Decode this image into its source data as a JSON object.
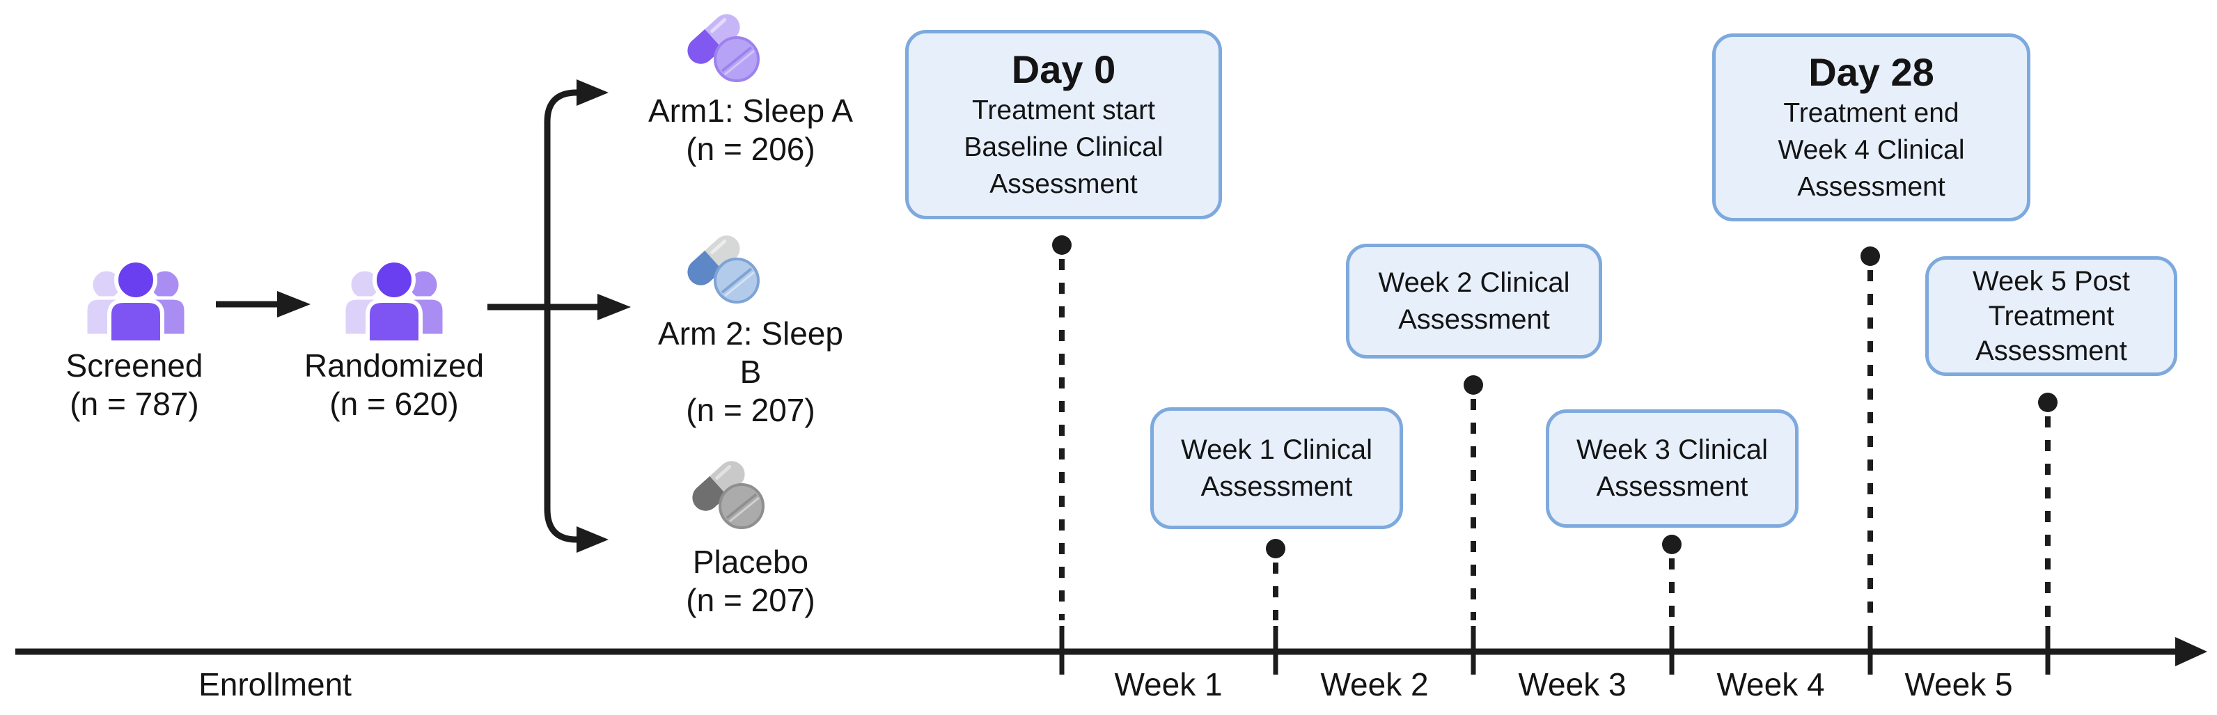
{
  "figure": {
    "type": "clinical-trial-study-design-diagram",
    "phase_label": "Enrollment"
  },
  "colors": {
    "ink": "#1c1c1c",
    "text": "#141414",
    "box_fill": "#e7effb",
    "box_border": "#7ea9dd",
    "person_light": "#dcd2f9",
    "person_mid": "#aa8df3",
    "person_dark_head": "#6a3ff0",
    "person_dark_body": "#7e55f3",
    "pill_purple_dark": "#8158f0",
    "pill_purple_light": "#c7b6f7",
    "pill_purple_tab": "#b7a3f6",
    "pill_purple_rim": "#9d82ee",
    "pill_blue_dark": "#5d87c6",
    "pill_blue_light": "#d6d7d7",
    "pill_blue_tab": "#b3cbea",
    "pill_blue_rim": "#7fa3d4",
    "pill_gray_dark": "#6f6f6f",
    "pill_gray_light": "#c9c9c9",
    "pill_gray_tab": "#ababab",
    "pill_gray_rim": "#8f8f8f"
  },
  "flow": {
    "screened": {
      "label": "Screened",
      "n": "(n = 787)",
      "icon": "people-group-icon"
    },
    "randomized": {
      "label": "Randomized",
      "n": "(n = 620)",
      "icon": "people-group-icon"
    },
    "arms": [
      {
        "label": "Arm1: Sleep A",
        "n": "(n = 206)",
        "icon": "pills-icon-purple"
      },
      {
        "label": "Arm 2: Sleep B",
        "n": "(n = 207)",
        "icon": "pills-icon-blue"
      },
      {
        "label": "Placebo",
        "n": "(n = 207)",
        "icon": "pills-icon-gray"
      }
    ]
  },
  "timeline": {
    "enrollment_label": "Enrollment",
    "week_labels": [
      "Week 1",
      "Week 2",
      "Week 3",
      "Week 4",
      "Week 5"
    ],
    "events": [
      {
        "title": "Day 0",
        "lines": [
          "Treatment start",
          "Baseline Clinical",
          "Assessment"
        ]
      },
      {
        "lines": [
          "Week 1 Clinical",
          "Assessment"
        ]
      },
      {
        "lines": [
          "Week 2 Clinical",
          "Assessment"
        ]
      },
      {
        "lines": [
          "Week 3 Clinical",
          "Assessment"
        ]
      },
      {
        "title": "Day 28",
        "lines": [
          "Treatment end",
          "Week 4 Clinical",
          "Assessment"
        ]
      },
      {
        "lines": [
          "Week 5 Post",
          "Treatment",
          "Assessment"
        ]
      }
    ]
  }
}
